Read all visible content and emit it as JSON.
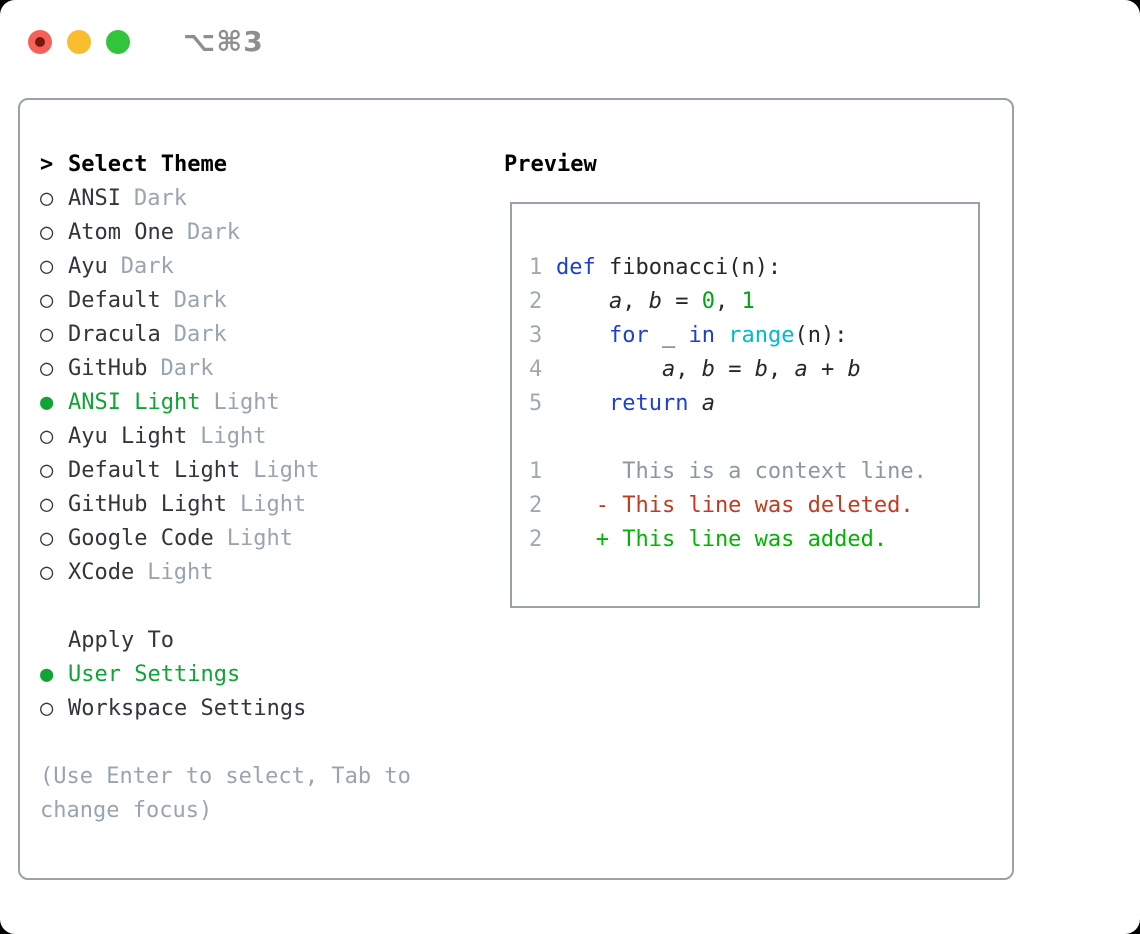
{
  "window": {
    "title": "⌥⌘3",
    "title_color": "#8e8e8e",
    "traffic_lights": {
      "red": "#f4605a",
      "red_dot": "#79170d",
      "yellow": "#f9bd2e",
      "green": "#32c53c"
    }
  },
  "palette": {
    "panel_border": "#98a2ac",
    "text": "#32363c",
    "muted": "#9aa4b0",
    "accent_green": "#10a436",
    "line_number": "#9fa9b3",
    "kw": "#1c3fd4",
    "fn": "#00bccc",
    "num": "#00a513",
    "var": "#24282e",
    "fg": "#24282e",
    "ctx": "#8d97a0",
    "del": "#c23a1f",
    "add": "#00b400"
  },
  "radio": {
    "selected_glyph": "●",
    "unselected_glyph": "○"
  },
  "theme_picker": {
    "header_marker": ">",
    "header": "Select Theme",
    "items": [
      {
        "name": "ANSI",
        "variant": "Dark",
        "selected": false
      },
      {
        "name": "Atom One",
        "variant": "Dark",
        "selected": false
      },
      {
        "name": "Ayu",
        "variant": "Dark",
        "selected": false
      },
      {
        "name": "Default",
        "variant": "Dark",
        "selected": false
      },
      {
        "name": "Dracula",
        "variant": "Dark",
        "selected": false
      },
      {
        "name": "GitHub",
        "variant": "Dark",
        "selected": false
      },
      {
        "name": "ANSI Light",
        "variant": "Light",
        "selected": true
      },
      {
        "name": "Ayu Light",
        "variant": "Light",
        "selected": false
      },
      {
        "name": "Default Light",
        "variant": "Light",
        "selected": false
      },
      {
        "name": "GitHub Light",
        "variant": "Light",
        "selected": false
      },
      {
        "name": "Google Code",
        "variant": "Light",
        "selected": false
      },
      {
        "name": "XCode",
        "variant": "Light",
        "selected": false
      }
    ]
  },
  "apply_to": {
    "header": "Apply To",
    "options": [
      {
        "label": "User Settings",
        "selected": true
      },
      {
        "label": "Workspace Settings",
        "selected": false
      }
    ]
  },
  "help_text": "(Use Enter to select, Tab to change focus)",
  "preview": {
    "label": "Preview",
    "code_lines": [
      {
        "num": "1",
        "tokens": [
          {
            "t": "def",
            "c": "kw"
          },
          {
            "t": " fibonacci(n):",
            "c": "fg"
          }
        ]
      },
      {
        "num": "2",
        "tokens": [
          {
            "t": "    ",
            "c": "fg"
          },
          {
            "t": "a",
            "c": "var"
          },
          {
            "t": ", ",
            "c": "fg"
          },
          {
            "t": "b",
            "c": "var"
          },
          {
            "t": " = ",
            "c": "fg"
          },
          {
            "t": "0",
            "c": "num"
          },
          {
            "t": ", ",
            "c": "fg"
          },
          {
            "t": "1",
            "c": "num"
          }
        ]
      },
      {
        "num": "3",
        "tokens": [
          {
            "t": "    ",
            "c": "fg"
          },
          {
            "t": "for",
            "c": "kw"
          },
          {
            "t": " _ ",
            "c": "fg"
          },
          {
            "t": "in",
            "c": "kw"
          },
          {
            "t": " ",
            "c": "fg"
          },
          {
            "t": "range",
            "c": "fn"
          },
          {
            "t": "(n):",
            "c": "fg"
          }
        ]
      },
      {
        "num": "4",
        "tokens": [
          {
            "t": "        ",
            "c": "fg"
          },
          {
            "t": "a",
            "c": "var"
          },
          {
            "t": ", ",
            "c": "fg"
          },
          {
            "t": "b",
            "c": "var"
          },
          {
            "t": " = ",
            "c": "fg"
          },
          {
            "t": "b",
            "c": "var"
          },
          {
            "t": ", ",
            "c": "fg"
          },
          {
            "t": "a",
            "c": "var"
          },
          {
            "t": " + ",
            "c": "fg"
          },
          {
            "t": "b",
            "c": "var"
          }
        ]
      },
      {
        "num": "5",
        "tokens": [
          {
            "t": "    ",
            "c": "fg"
          },
          {
            "t": "return",
            "c": "kw"
          },
          {
            "t": " ",
            "c": "fg"
          },
          {
            "t": "a",
            "c": "var"
          }
        ]
      },
      {
        "num": "",
        "tokens": []
      },
      {
        "num": "1",
        "tokens": [
          {
            "t": "     This is a context line.",
            "c": "ctx"
          }
        ]
      },
      {
        "num": "2",
        "tokens": [
          {
            "t": "   - This line was deleted.",
            "c": "del"
          }
        ]
      },
      {
        "num": "2",
        "tokens": [
          {
            "t": "   + This line was added.",
            "c": "add"
          }
        ]
      }
    ]
  }
}
